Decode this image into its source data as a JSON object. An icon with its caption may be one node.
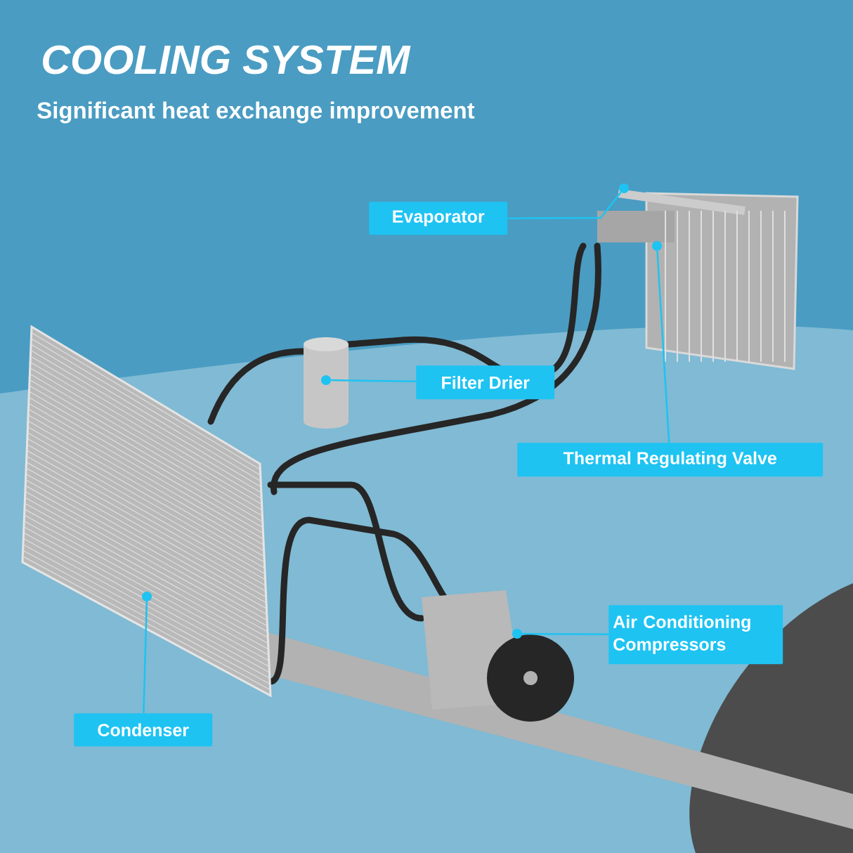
{
  "diagram": {
    "title": "COOLING SYSTEM",
    "caption": "Significant heat exchange improvement",
    "nodes": [
      {
        "text": [
          "Evaporator"
        ]
      },
      {
        "text": [
          "Filter Drier"
        ]
      },
      {
        "text": [
          "Thermal Regulating Valve"
        ]
      },
      {
        "text": [
          "Air Conditioning Compressors"
        ]
      },
      {
        "text": [
          "Condenser"
        ]
      },
      {
        "text": [],
        "shape": "circle"
      },
      {
        "text": [],
        "shape": "circle"
      },
      {
        "text": [],
        "shape": "circle"
      },
      {
        "text": [],
        "shape": "circle"
      },
      {
        "text": [],
        "shape": "circle"
      }
    ],
    "edges": [
      {
        "from": 0,
        "to": 5,
        "arrow": "none"
      },
      {
        "from": 1,
        "to": 6,
        "arrow": "none"
      },
      {
        "from": 2,
        "to": 7,
        "arrow": "none"
      },
      {
        "from": 3,
        "to": 8,
        "arrow": "none"
      },
      {
        "from": 4,
        "to": 9,
        "arrow": "none"
      }
    ]
  }
}
